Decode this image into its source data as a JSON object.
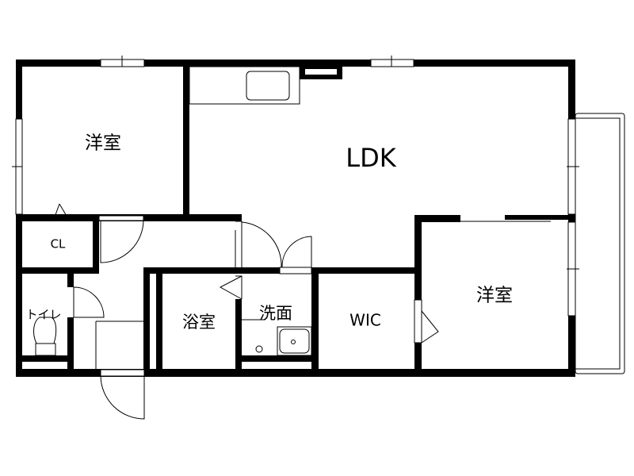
{
  "rooms": {
    "western_room_1": "洋室",
    "ldk": "LDK",
    "closet": "CL",
    "toilet": "トイレ",
    "bathroom": "浴室",
    "washroom": "洗面",
    "wic": "WIC",
    "western_room_2": "洋室"
  },
  "colors": {
    "wall": "#000000",
    "background": "#ffffff"
  }
}
